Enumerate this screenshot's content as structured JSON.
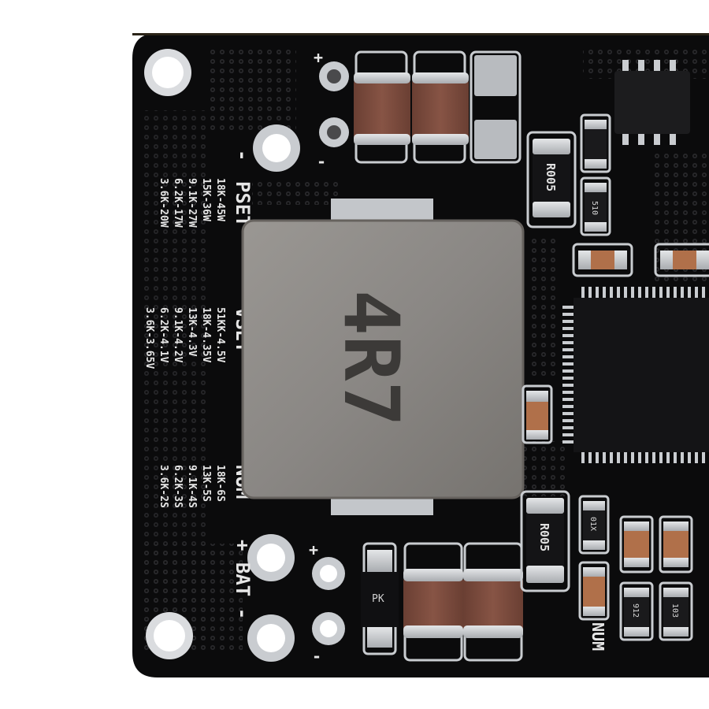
{
  "scene": {
    "description_free": true,
    "board_color": "#0b0b0c",
    "silkscreen_color": "#e6e6e6",
    "pad_color": "#c9ccd0",
    "ceramic_cap_color": "#7a4a3a",
    "inductor_color": "#8a8784"
  },
  "labels": {
    "plus_top": "+",
    "minus_top": "-",
    "pset_header": "PSET",
    "pset_rows": [
      "18K-45W",
      "15K-36W",
      "9.1K-27W",
      "6.2K-17W",
      "3.6K-20W"
    ],
    "vset_header": "VSET",
    "vset_rows": [
      "51KK-4.5V",
      "18K-4.35V",
      "13K-4.3V",
      "9.1K-4.2V",
      "6.2K-4.1V",
      "3.6K-3.65V"
    ],
    "num_header": "NUM",
    "num_rows": [
      "18K-6S",
      "13K-5S",
      "9.1K-4S",
      "6.2K-3S",
      "3.6K-2S"
    ],
    "bat_label": "+ BAT -",
    "plus_bottom": "+",
    "minus_bottom": "-",
    "num_bottom_right": "NUM"
  },
  "components": {
    "inductor_marking": "4R7",
    "resistor_top_marking": "R005",
    "resistor_bottom_marking": "R005",
    "diode_marking": "PK",
    "small_resistor_1": "510",
    "small_resistor_2": "01X",
    "small_resistor_3": "912",
    "small_resistor_4": "103"
  }
}
